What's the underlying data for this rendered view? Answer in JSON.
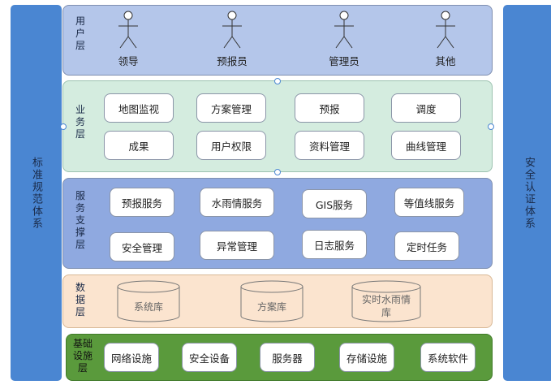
{
  "left_bar": {
    "label": "标准规范体系"
  },
  "right_bar": {
    "label": "安全认证体系"
  },
  "layers": {
    "user": {
      "title": "用户层",
      "actors": [
        "领导",
        "预报员",
        "管理员",
        "其他"
      ]
    },
    "business": {
      "title": "业务层",
      "items": [
        "地图监视",
        "方案管理",
        "预报",
        "调度",
        "成果",
        "用户权限",
        "资料管理",
        "曲线管理"
      ]
    },
    "service": {
      "title": "服务支撑层",
      "items": [
        "预报服务",
        "水雨情服务",
        "GIS服务",
        "等值线服务",
        "安全管理",
        "异常管理",
        "日志服务",
        "定时任务"
      ]
    },
    "data": {
      "title": "数据层",
      "stores": [
        "系统库",
        "方案库",
        "实时水雨情库"
      ]
    },
    "infra": {
      "title": "基础设施层",
      "items": [
        "网络设施",
        "安全设备",
        "服务器",
        "存储设施",
        "系统软件"
      ]
    }
  },
  "colors": {
    "side_bar": "#4a86d2",
    "user_layer": "#b4c6ea",
    "business_layer": "#d4ecdf",
    "service_layer": "#8fa9e0",
    "data_layer": "#fbe4cf",
    "infra_layer": "#5a9a3c"
  }
}
